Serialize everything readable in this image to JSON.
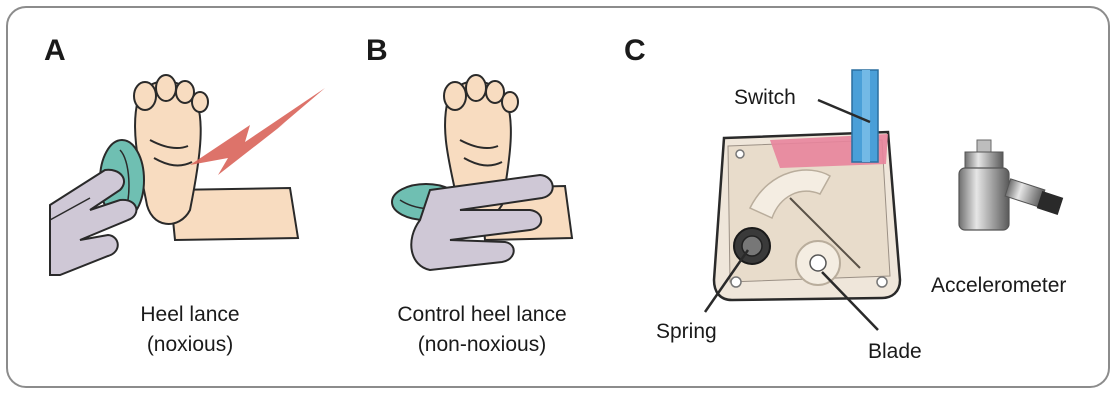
{
  "panels": {
    "a": {
      "letter": "A",
      "caption_line1": "Heel lance",
      "caption_line2": "(noxious)"
    },
    "b": {
      "letter": "B",
      "caption_line1": "Control heel lance",
      "caption_line2": "(non-noxious)"
    },
    "c": {
      "letter": "C",
      "label_switch": "Switch",
      "label_spring": "Spring",
      "label_blade": "Blade",
      "label_accelerometer": "Accelerometer"
    }
  },
  "colors": {
    "frame": "#8c8c8c",
    "skin": "#f8dcc0",
    "glove": "#cfc8d6",
    "lancet_device": "#6fbfb2",
    "pain_bolt": "#d9645a",
    "switch": "#4a9fd8",
    "device_pink": "#e8849c",
    "device_body": "#efe6da",
    "metal": "#a9a9a9"
  },
  "icons": {
    "a_illustration": "baby-foot-with-lancet-and-pain-bolt-icon",
    "b_illustration": "baby-foot-with-lancet-control-icon",
    "c_device": "lancet-device-photo-icon",
    "c_sensor": "accelerometer-sensor-icon"
  }
}
